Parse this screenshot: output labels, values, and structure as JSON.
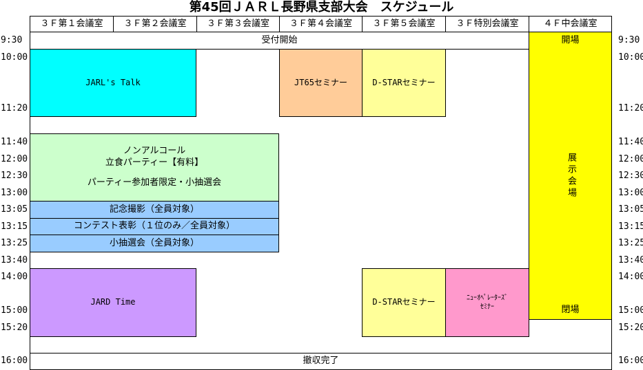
{
  "title": "第45回ＪＡＲＬ長野県支部大会　スケジュール",
  "rooms": [
    "３Ｆ第１会議室",
    "３Ｆ第２会議室",
    "３Ｆ第３会議室",
    "３Ｆ第４会議室",
    "３Ｆ第５会議室",
    "３Ｆ特別会議室",
    "４Ｆ中会議室"
  ],
  "times": [
    "9:30",
    "10:00",
    "11:20",
    "11:40",
    "12:00",
    "12:30",
    "13:00",
    "13:05",
    "13:15",
    "13:25",
    "13:40",
    "14:00",
    "15:00",
    "15:20",
    "16:00"
  ],
  "events": {
    "reception": "受付開始",
    "open": "開場",
    "talk": "JARL's Talk",
    "jt65": "JT65セミナー",
    "dstar1": "D-STARセミナー",
    "party1": "ノンアルコール",
    "party2": "立食パーティー【有料】",
    "party3": "パーティー参加者限定・小抽選会",
    "photo": "記念撮影（全員対象）",
    "contest": "コンテスト表彰（１位のみ／全員対象）",
    "lottery": "小抽選会（全員対象）",
    "exhibit": "展示会場",
    "jard": "JARD Time",
    "dstar2": "D-STARセミナー",
    "newop1": "ﾆｭｰｵﾍﾟﾚｰﾀｰｽﾞ",
    "newop2": "ｾﾐﾅｰ",
    "close": "閉場",
    "end": "撤収完了"
  },
  "colors": {
    "talk": "#00ffff",
    "jt65": "#ffcc99",
    "dstar": "#ffff99",
    "party": "#ccffcc",
    "ceremony": "#99ccff",
    "jard": "#cc99ff",
    "newop": "#ff99cc",
    "hall": "#ffff00"
  }
}
